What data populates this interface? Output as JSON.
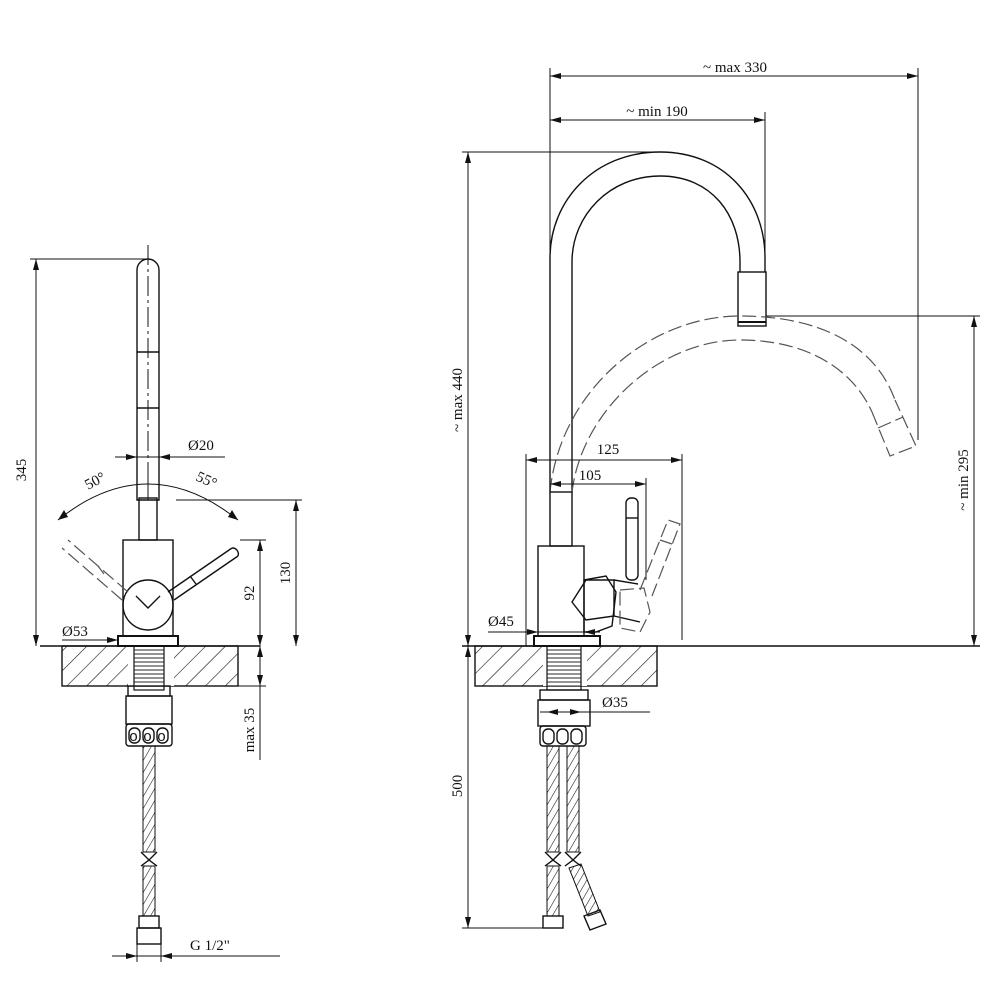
{
  "front_view": {
    "height_total": "345",
    "dia_spout": "Ø20",
    "angle_left": "50°",
    "angle_right": "55°",
    "height_handle": "130",
    "height_body": "92",
    "dia_base": "Ø53",
    "max_thickness": "max 35",
    "connection": "G 1/2\""
  },
  "side_view": {
    "reach_max": "~ max 330",
    "reach_min": "~ min 190",
    "height_max": "~ max 440",
    "height_min": "~ min 295",
    "offset_125": "125",
    "offset_105": "105",
    "dia_body": "Ø45",
    "dia_thread": "Ø35",
    "hose_length": "500"
  }
}
